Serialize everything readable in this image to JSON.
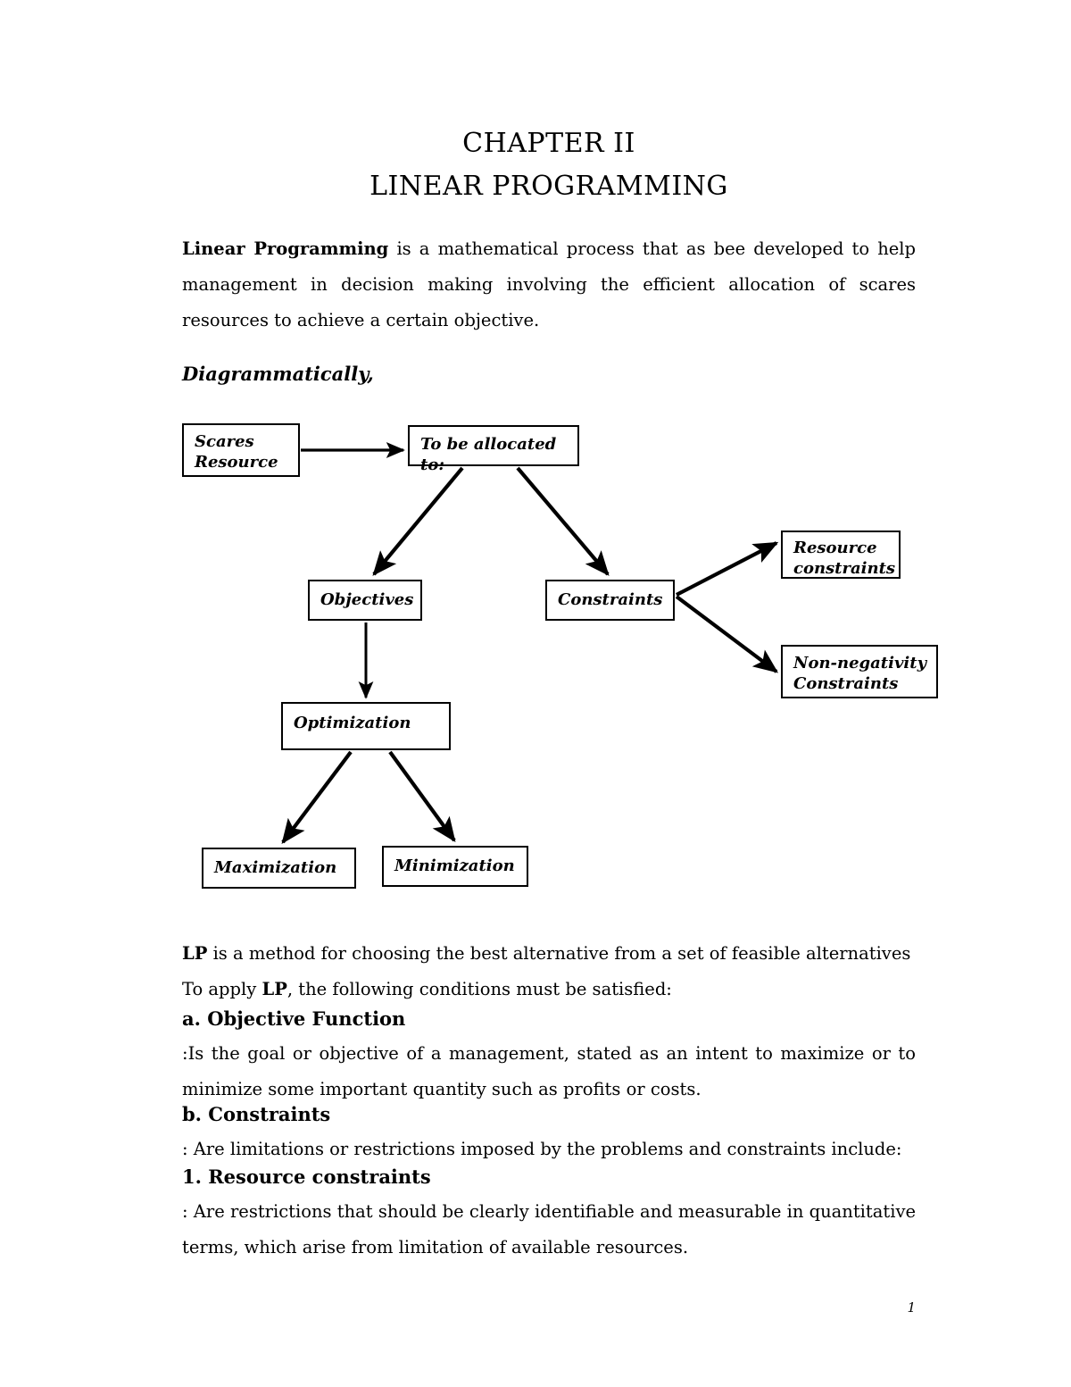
{
  "document": {
    "chapter_title": "CHAPTER II",
    "subject_title": "LINEAR PROGRAMMING",
    "page_number": "1"
  },
  "intro": {
    "lead_bold": "Linear Programming",
    "body": " is a mathematical process that as bee developed to help management in decision making involving the efficient allocation of scares resources to achieve a certain objective."
  },
  "diagram": {
    "label": "Diagrammatically,",
    "nodes": [
      {
        "id": "scares-resource",
        "text": "Scares\nResource"
      },
      {
        "id": "allocated-to",
        "text": "To be allocated to:"
      },
      {
        "id": "objectives",
        "text": "Objectives"
      },
      {
        "id": "constraints",
        "text": "Constraints"
      },
      {
        "id": "resource-constraints",
        "text": "Resource\nconstraints"
      },
      {
        "id": "nonneg-constraints",
        "text": "Non-negativity\nConstraints"
      },
      {
        "id": "optimization",
        "text": "Optimization"
      },
      {
        "id": "maximization",
        "text": "Maximization"
      },
      {
        "id": "minimization",
        "text": "Minimization"
      }
    ],
    "edges": [
      {
        "from": "scares-resource",
        "to": "allocated-to"
      },
      {
        "from": "allocated-to",
        "to": "objectives"
      },
      {
        "from": "allocated-to",
        "to": "constraints"
      },
      {
        "from": "constraints",
        "to": "resource-constraints"
      },
      {
        "from": "constraints",
        "to": "nonneg-constraints"
      },
      {
        "from": "objectives",
        "to": "optimization"
      },
      {
        "from": "optimization",
        "to": "maximization"
      },
      {
        "from": "optimization",
        "to": "minimization"
      }
    ]
  },
  "body": {
    "lp_definition_bold": "LP",
    "lp_definition_rest": " is a method for choosing the best alternative from a set of feasible alternatives",
    "apply_pre": "To apply ",
    "apply_bold": "LP",
    "apply_rest": ", the following conditions must be satisfied:",
    "section_a_heading": "a. Objective Function",
    "section_a_text": ":Is the goal or objective of a management, stated as an intent to maximize or to minimize some important quantity such as profits or costs.",
    "section_b_heading": "b. Constraints",
    "section_b_text": ": Are limitations or restrictions imposed by the problems and constraints include:",
    "section_1_heading": "1. Resource constraints",
    "section_1_text": ": Are restrictions that should be clearly identifiable and measurable in quantitative terms, which arise from limitation of available resources."
  }
}
